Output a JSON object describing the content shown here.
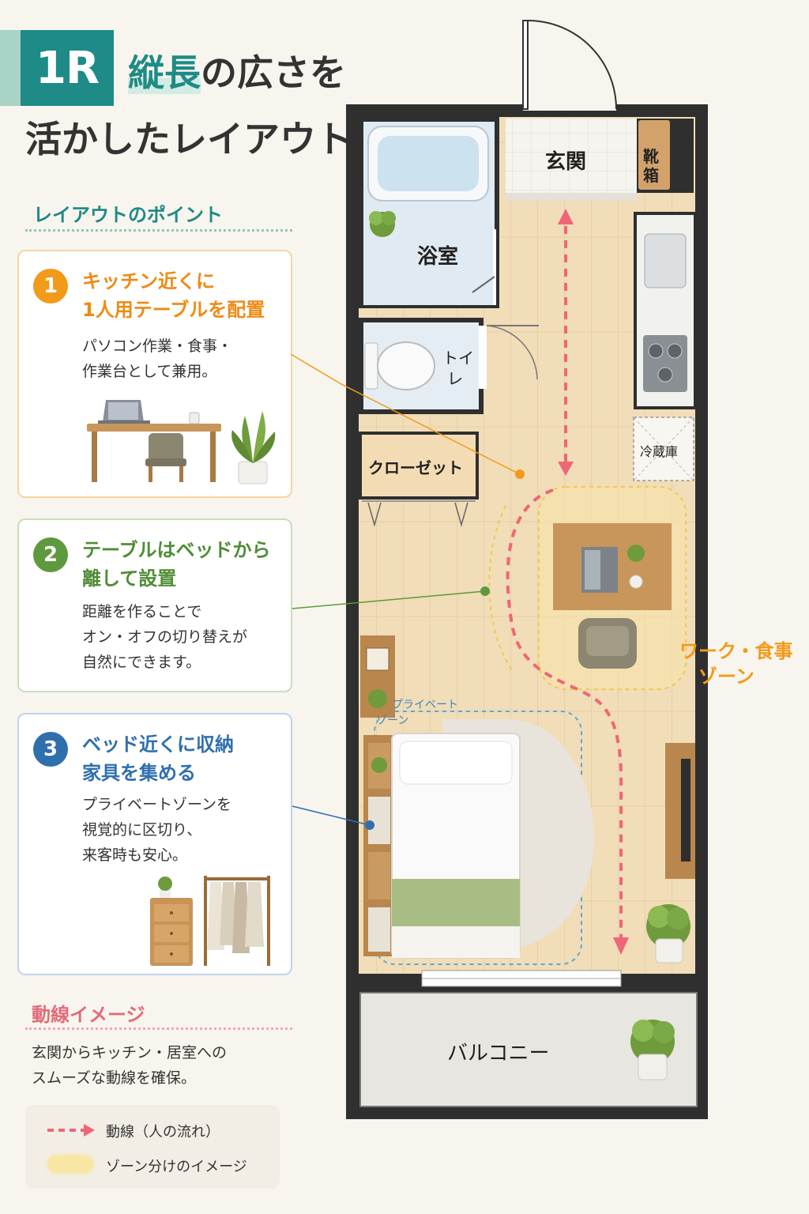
{
  "header": {
    "badge": "1R",
    "title_highlight": "縦長",
    "title_rest": "の広さを",
    "title_line2": "活かしたレイアウト"
  },
  "points_heading": "レイアウトのポイント",
  "points": [
    {
      "number": "1",
      "title_line1": "キッチン近くに",
      "title_line2": "1人用テーブルを配置",
      "text_line1": "パソコン作業・食事・",
      "text_line2": "作業台として兼用。",
      "text_line3": "",
      "color": "#f29a1a"
    },
    {
      "number": "2",
      "title_line1": "テーブルはベッドから",
      "title_line2": "離して設置",
      "text_line1": "距離を作ることで",
      "text_line2": "オン・オフの切り替えが",
      "text_line3": "自然にできます。",
      "color": "#5d9a3e"
    },
    {
      "number": "3",
      "title_line1": "ベッド近くに収納",
      "title_line2": "家具を集める",
      "text_line1": "プライベートゾーンを",
      "text_line2": "視覚的に区切り、",
      "text_line3": "来客時も安心。",
      "color": "#2f6fae"
    }
  ],
  "flow": {
    "heading": "動線イメージ",
    "text_line1": "玄関からキッチン・居室への",
    "text_line2": "スムーズな動線を確保。"
  },
  "legend": {
    "flow_label": "動線（人の流れ）",
    "zone_label": "ゾーン分けのイメージ"
  },
  "plan": {
    "entrance": "玄関",
    "shoe_box_1": "靴",
    "shoe_box_2": "箱",
    "bathroom": "浴室",
    "toilet_1": "トイ",
    "toilet_2": "レ",
    "closet": "クローゼット",
    "fridge": "冷蔵庫",
    "work_zone_1": "ワーク・食事",
    "work_zone_2": "ゾーン",
    "private_zone_1": "プライベート",
    "private_zone_2": "ゾーン",
    "balcony": "バルコニー"
  },
  "colors": {
    "teal": "#1e8b86",
    "flow_pink": "#ee6677",
    "work_zone": "#f5d36b",
    "private_zone": "#5aa8d8",
    "floor": "#f1ddb8",
    "wall": "#2f2f2f"
  }
}
